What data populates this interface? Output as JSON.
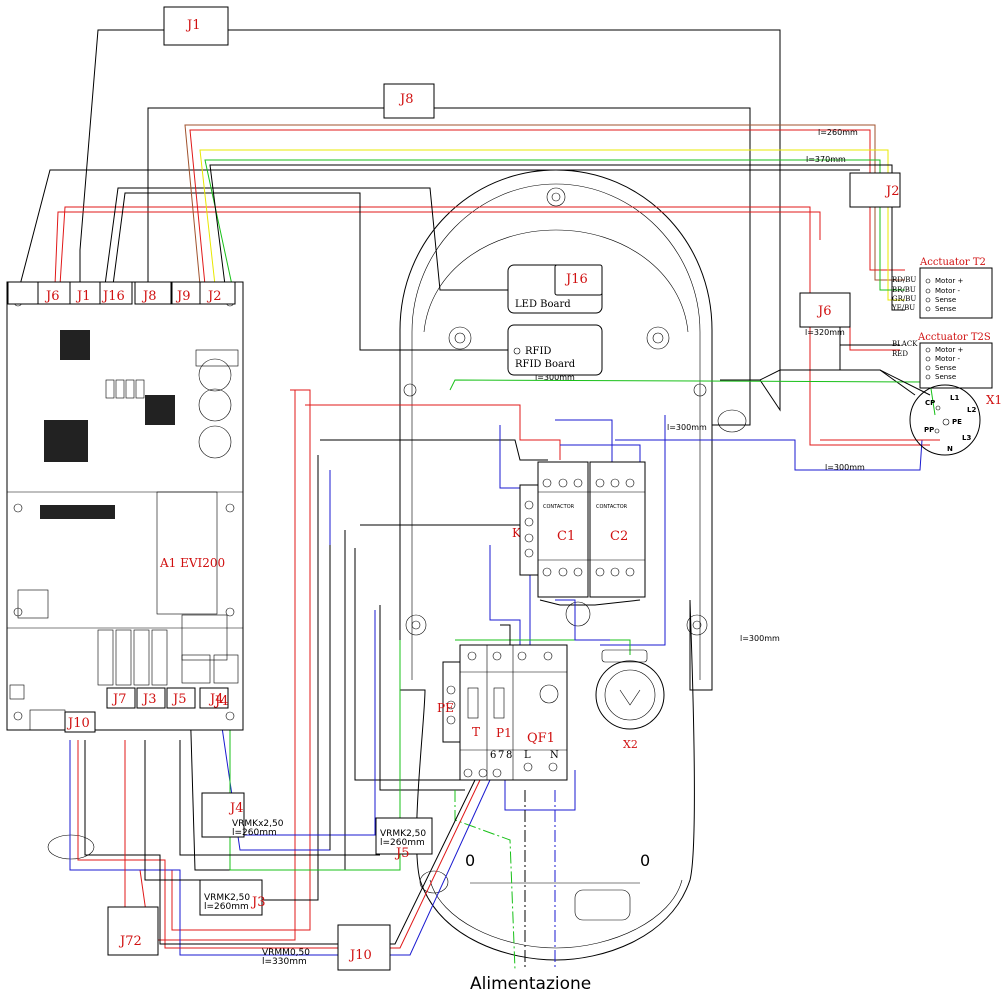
{
  "caption": "Alimentazione",
  "board": {
    "name": "A1 EVI200",
    "connectors_top": [
      "J6",
      "J1",
      "J16",
      "J8",
      "J9",
      "J2"
    ],
    "connectors_bottom": [
      "J10",
      "J7",
      "J3",
      "J5",
      "J4"
    ]
  },
  "modules": {
    "led_board": "LED Board",
    "led_board_tag": "J16",
    "rfid_board": "RFID Board",
    "rfid_label": "RFID"
  },
  "floating_connectors": {
    "j1": "J1",
    "j8": "J8",
    "j2": "J2",
    "j6": "J6",
    "j4": "J4",
    "j5": "J5",
    "j3": "J3",
    "j72": "J72",
    "j10": "J10",
    "j4_board": "J4"
  },
  "cables": {
    "j4": {
      "type": "VRMKx2,50",
      "length": "l=260mm"
    },
    "j5": {
      "type": "VRMK2,50",
      "length": "l=260mm"
    },
    "j3": {
      "type": "VRMK2,50",
      "length": "l=260mm"
    },
    "j10": {
      "type": "VRMM0,50",
      "length": "l=330mm"
    }
  },
  "lengths": {
    "l260": "l=260mm",
    "l370": "l=370mm",
    "l320": "l=320mm",
    "l300_a": "l=300mm",
    "l300_b": "l=300mm",
    "l300_c": "l=300mm",
    "l300_d": "l=300mm"
  },
  "actuators": {
    "t2": {
      "title": "Acctuator T2",
      "wires": [
        "RD/BU",
        "BR/BU",
        "GR/BU",
        "YE/BU"
      ],
      "pins": [
        "Motor +",
        "Motor -",
        "Sense",
        "Sense"
      ]
    },
    "t2s": {
      "title": "Acctuator T2S",
      "wires": [
        "BLACK",
        "RED",
        "",
        ""
      ],
      "pins": [
        "Motor +",
        "Motor -",
        "Sense",
        "Sense"
      ]
    }
  },
  "socket_x1": {
    "label": "X1",
    "pins": [
      "CP",
      "L1",
      "L2",
      "PE",
      "PP",
      "L3",
      "N"
    ]
  },
  "contactors": {
    "c1": "C1",
    "c2": "C2",
    "k": "K",
    "c1_text": "CONTACTOR",
    "c2_text": "CONTACTOR"
  },
  "protection": {
    "qf1": "QF1",
    "p1": "P1",
    "t": "T",
    "pe": "PE",
    "terminal_numbers": [
      "6",
      "7",
      "8"
    ],
    "l": "L",
    "n": "N"
  },
  "socket_x2": "X2",
  "enclosure_feet": [
    "0",
    "0"
  ],
  "colors": {
    "red": "#e01818",
    "blue": "#1a1ad0",
    "green": "#18c018",
    "yellow": "#e8e800",
    "brown": "#a0522d",
    "black": "#000000",
    "label_red": "#d01010"
  }
}
